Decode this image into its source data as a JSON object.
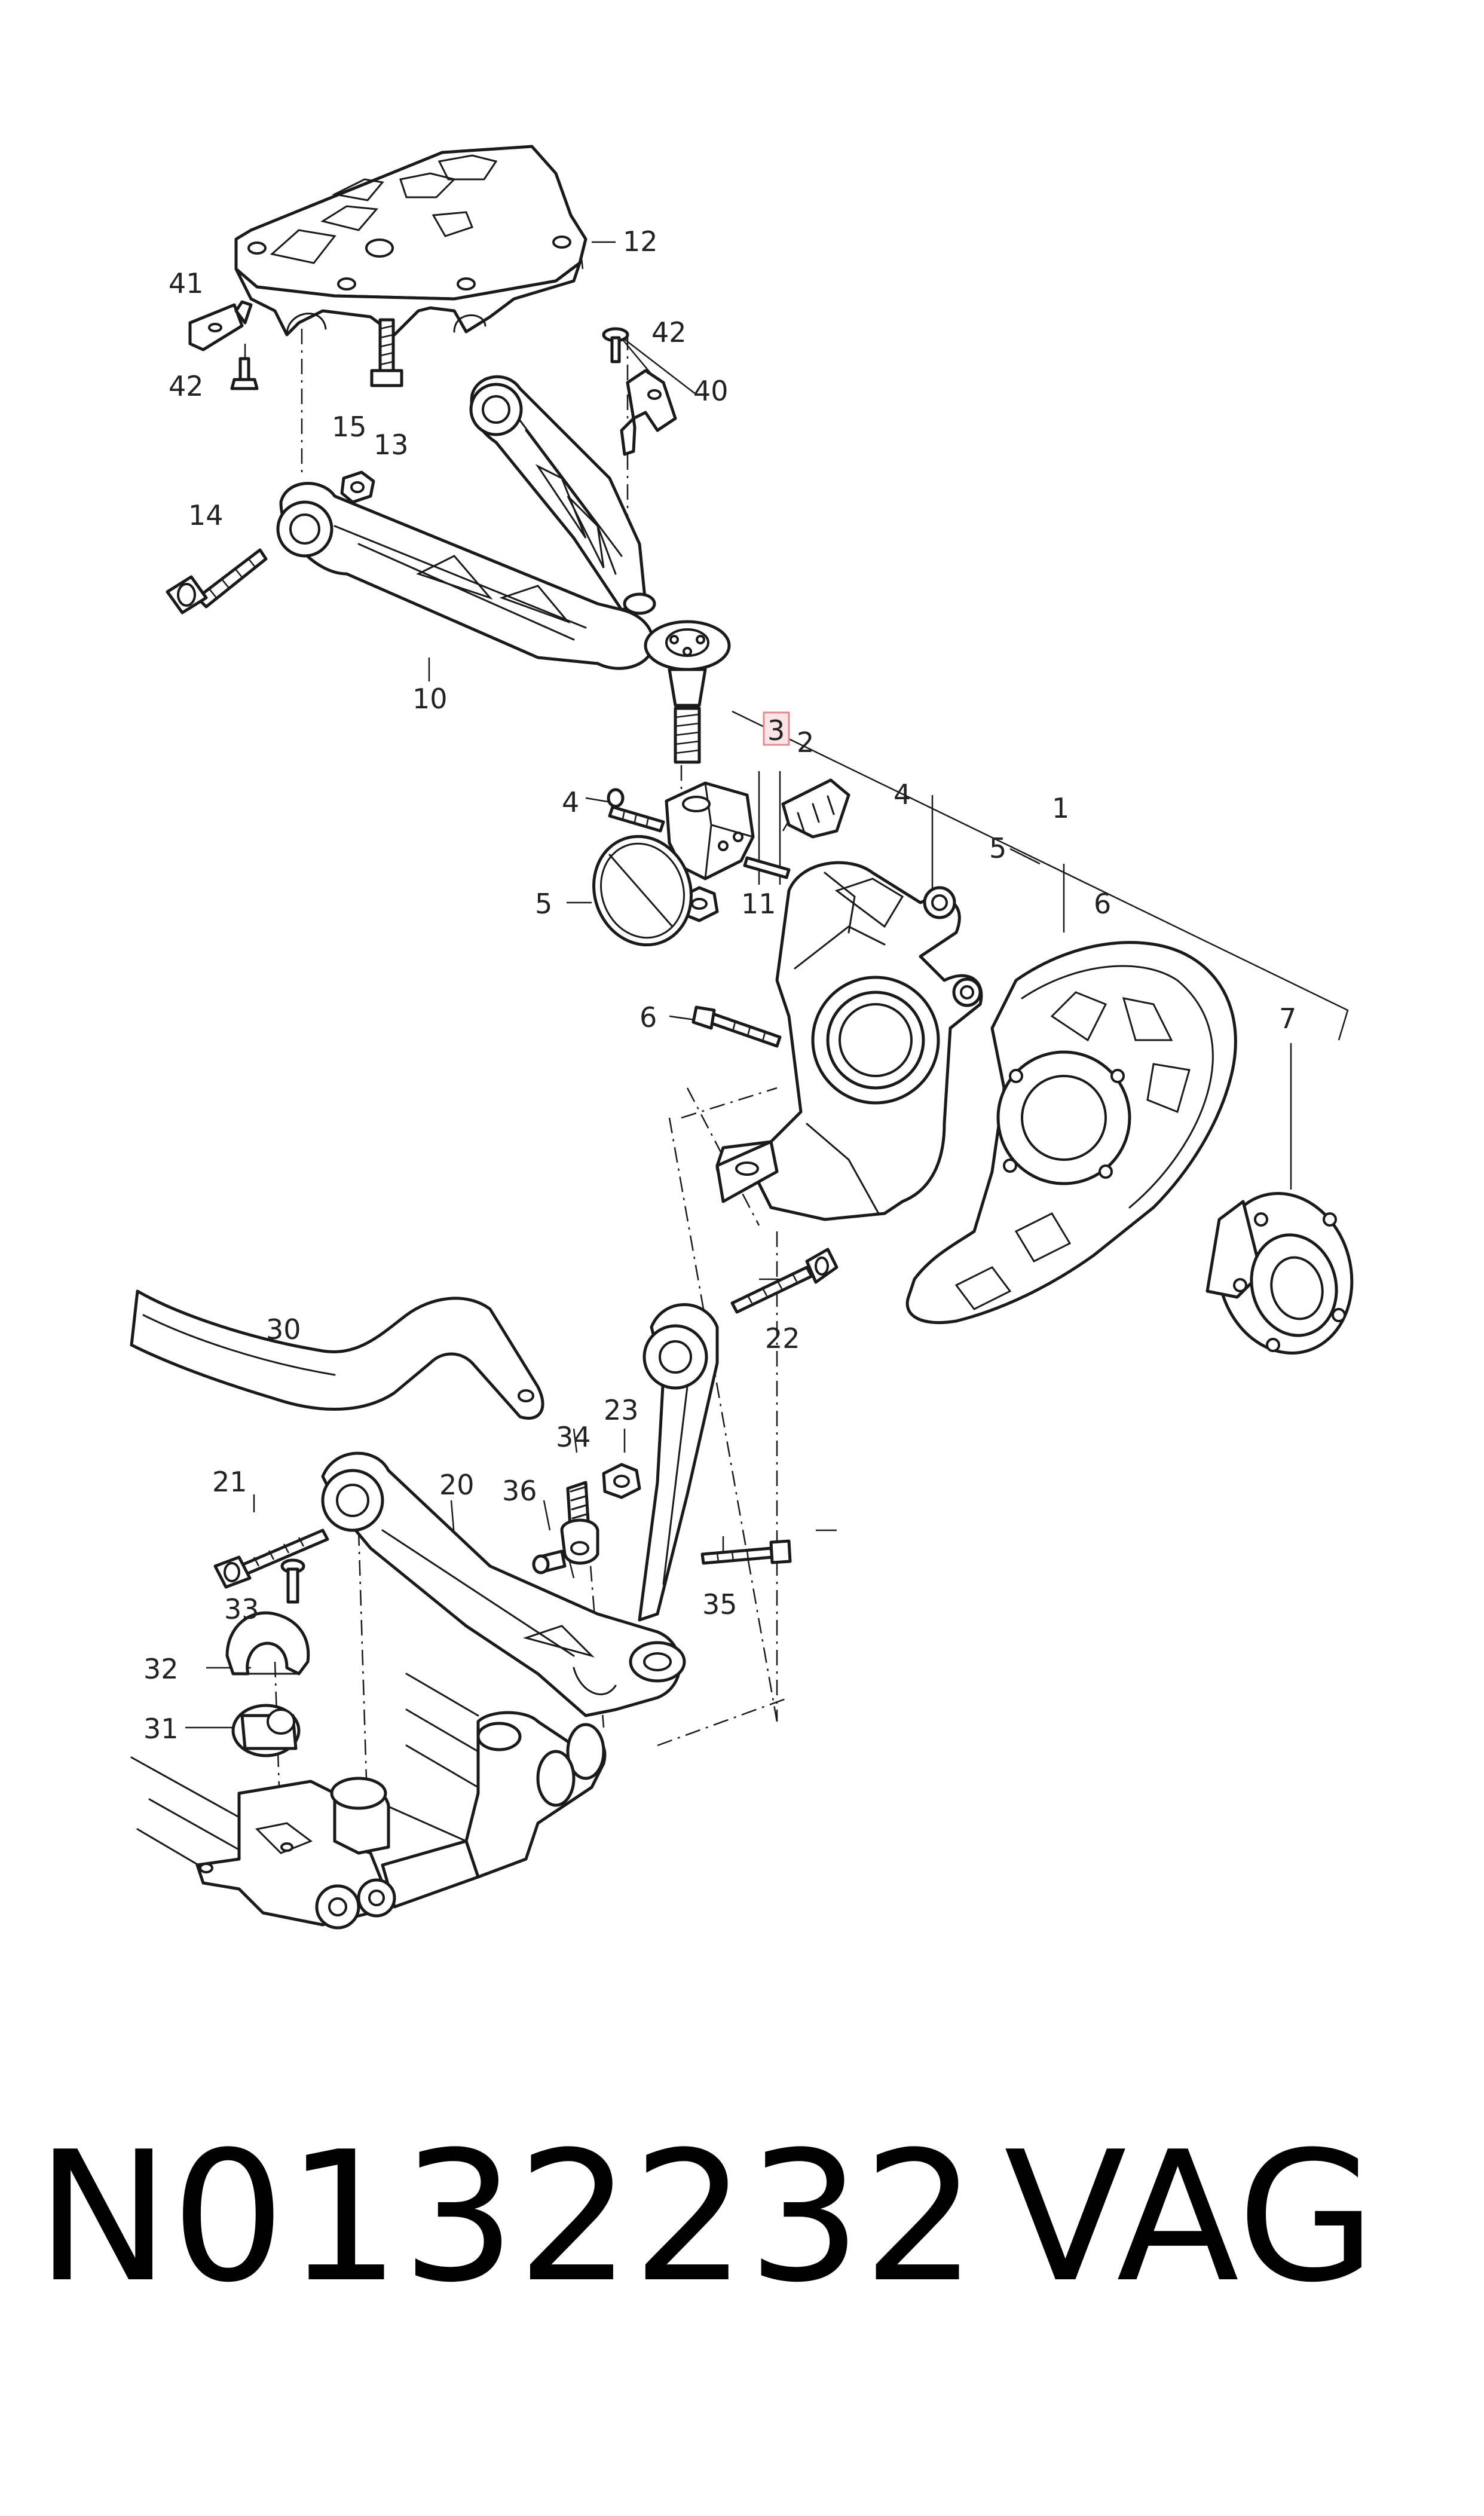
{
  "callouts": {
    "p1": "1",
    "p2": "2",
    "p3": "3",
    "p4a": "4",
    "p4b": "4",
    "p5a": "5",
    "p5b": "5",
    "p6a": "6",
    "p6b": "6",
    "p7": "7",
    "p10": "10",
    "p11": "11",
    "p12": "12",
    "p13": "13",
    "p14": "14",
    "p15": "15",
    "p20": "20",
    "p21": "21",
    "p22": "22",
    "p23": "23",
    "p30": "30",
    "p31": "31",
    "p32": "32",
    "p33": "33",
    "p34": "34",
    "p35": "35",
    "p36": "36",
    "p40": "40",
    "p41": "41",
    "p42a": "42",
    "p42b": "42"
  },
  "highlight_color": "#e08a92",
  "footer": {
    "part_number": "N0132232",
    "brand": "VAG"
  }
}
